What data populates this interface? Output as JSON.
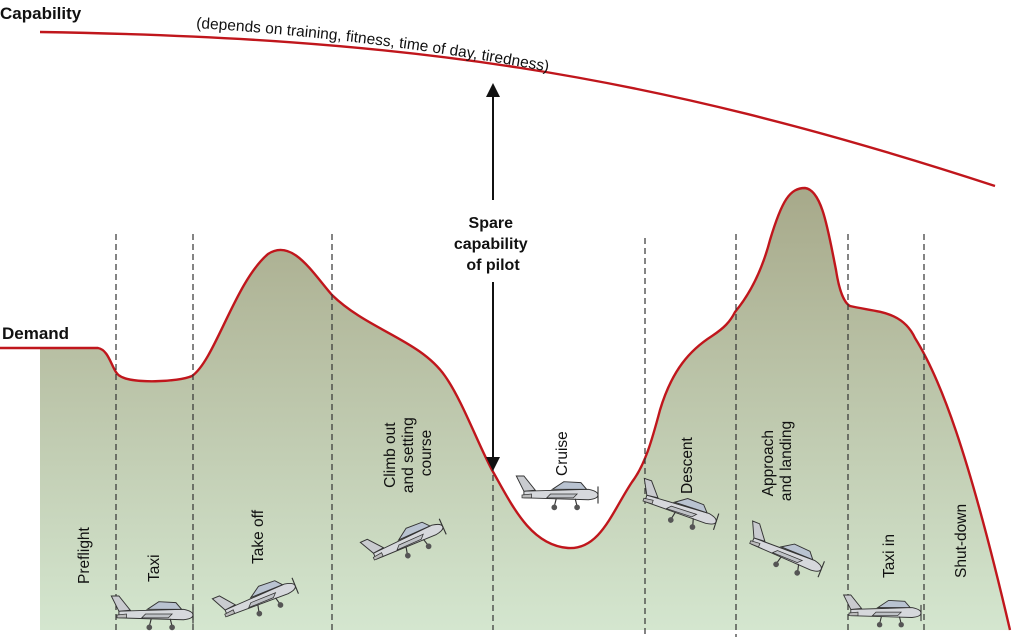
{
  "labels": {
    "capability": "Capability",
    "capability_note": "(depends on training, fitness, time of day, tiredness)",
    "demand": "Demand",
    "spare_line1": "Spare",
    "spare_line2": "capability",
    "spare_line3": "of pilot"
  },
  "phases": [
    {
      "lines": [
        "Preflight"
      ]
    },
    {
      "lines": [
        "Taxi"
      ]
    },
    {
      "lines": [
        "Take off"
      ]
    },
    {
      "lines": [
        "Climb out",
        "and setting",
        "course"
      ]
    },
    {
      "lines": [
        "Cruise"
      ]
    },
    {
      "lines": [
        "Descent"
      ]
    },
    {
      "lines": [
        "Approach",
        "and landing"
      ]
    },
    {
      "lines": [
        "Taxi in"
      ]
    },
    {
      "lines": [
        "Shut-down"
      ]
    }
  ],
  "colors": {
    "curve": "#c0161c",
    "fill_top": "#a7a98a",
    "fill_bottom": "#d4e6cf",
    "divider": "#333333",
    "aircraft": "#d6d8dc"
  },
  "icons": [
    "airplane-icon"
  ]
}
